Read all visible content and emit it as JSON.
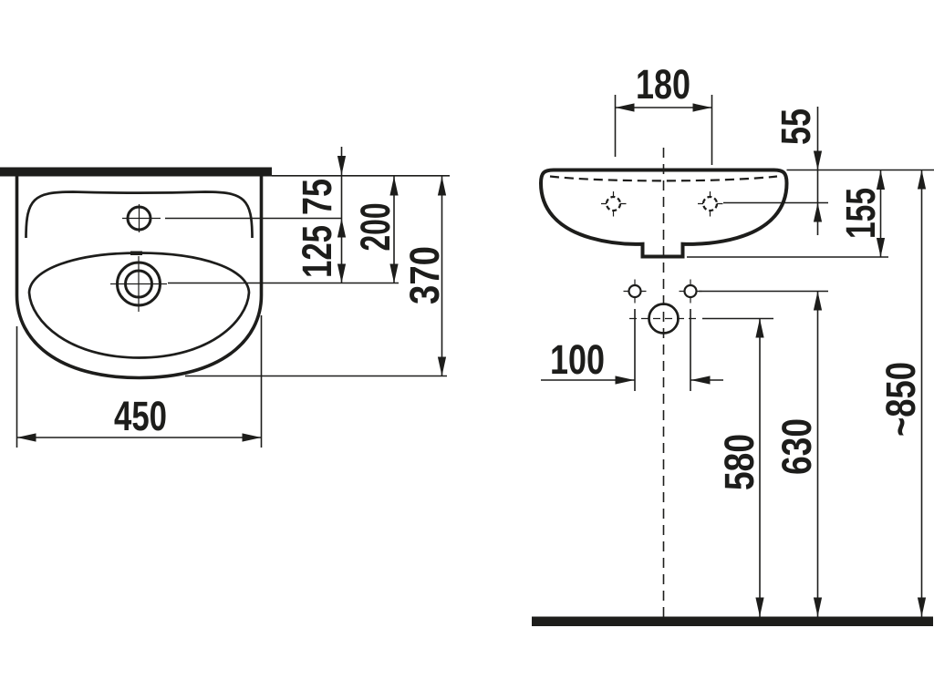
{
  "dimensions": {
    "plan": {
      "width": "450",
      "depth": "370",
      "wall_to_tap_hole": "75",
      "tap_hole_to_drain": "125",
      "wall_to_drain": "200"
    },
    "elevation": {
      "deck_hole_spacing": "180",
      "rim_to_deck_holes": "55",
      "rim_to_outlet_bottom": "155",
      "wall_fixing_hole_spacing": "100",
      "floor_to_trap_outlet": "580",
      "floor_to_fixing_holes": "630",
      "floor_to_rim": "~850"
    }
  }
}
